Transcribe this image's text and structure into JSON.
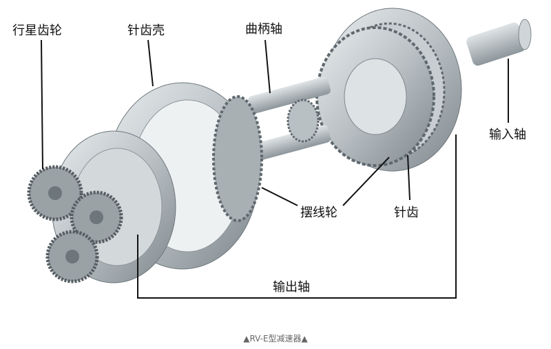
{
  "labels": {
    "planet_gear": "行星齿轮",
    "pin_housing": "针齿壳",
    "crankshaft": "曲柄轴",
    "input_shaft": "输入轴",
    "cycloid_disc": "摆线轮",
    "pin_gear": "针齿",
    "output_shaft": "输出轴"
  },
  "caption": "▲RV-E型减速器▲"
}
